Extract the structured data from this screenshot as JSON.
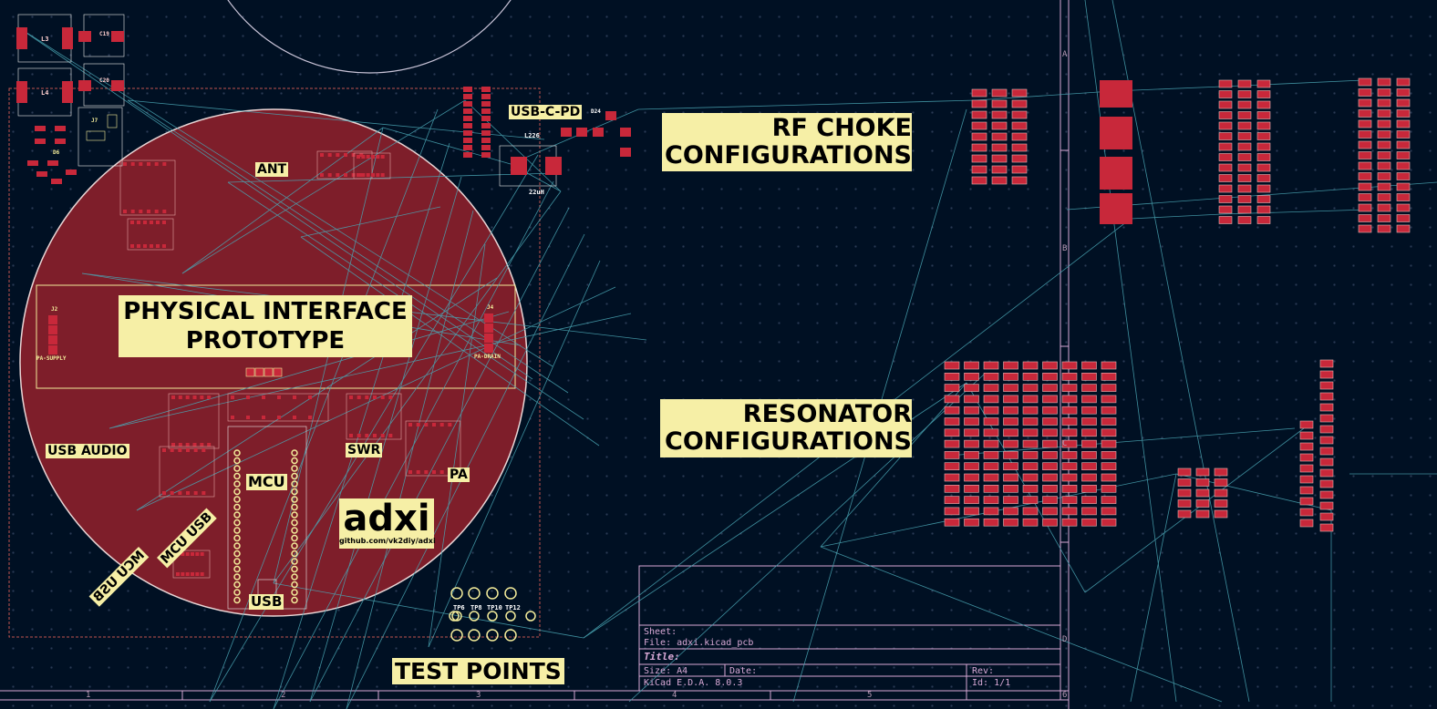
{
  "labels": {
    "rf_choke_line1": "RF CHOKE",
    "rf_choke_line2": "CONFIGURATIONS",
    "resonator_line1": "RESONATOR",
    "resonator_line2": "CONFIGURATIONS",
    "physical_line1": "PHYSICAL INTERFACE",
    "physical_line2": "PROTOTYPE",
    "test_points": "TEST POINTS",
    "usb_c_pd": "USB-C-PD",
    "ant": "ANT",
    "usb_audio": "USB AUDIO",
    "swr": "SWR",
    "mcu": "MCU",
    "pa": "PA",
    "usb": "USB",
    "mcu_usb": "MCU USB",
    "mcu_usb_mirror": "MCU USB"
  },
  "logo": {
    "name": "adxi",
    "url": "github.com/vk2diy/adxi"
  },
  "silkscreen": {
    "L3": "L3",
    "L4": "L4",
    "C19": "C19",
    "C20": "C20",
    "J7": "J7",
    "D6": "D6",
    "J2": "J2",
    "J4": "J4",
    "L226": "L226",
    "D24": "D24",
    "inductor_22uh": "22uH",
    "pa_supply": "PA-SUPPLY",
    "pa_drain": "PA-DRAIN"
  },
  "test_points_row": [
    "TP6",
    "TP8",
    "TP10",
    "TP12"
  ],
  "title_block": {
    "sheet": "Sheet:",
    "file": "File: adxi.kicad_pcb",
    "title": "Title:",
    "size": "Size: A4",
    "date": "Date:",
    "rev": "Rev:",
    "tool": "KiCad E.D.A. 8.0.3",
    "id": "Id: 1/1"
  },
  "ruler": {
    "bottom": [
      "1",
      "2",
      "3",
      "4",
      "5",
      "6"
    ],
    "side": [
      "A",
      "B",
      "C",
      "D"
    ]
  },
  "colors": {
    "background": "#001023",
    "copper_pad": "#c8283a",
    "board_fill": "#7e1e2a",
    "silkscreen": "#f3ec9a",
    "label_fill": "#f6efa6",
    "ratsnest": "#4aa6b4",
    "frame": "#d8a9d6"
  }
}
